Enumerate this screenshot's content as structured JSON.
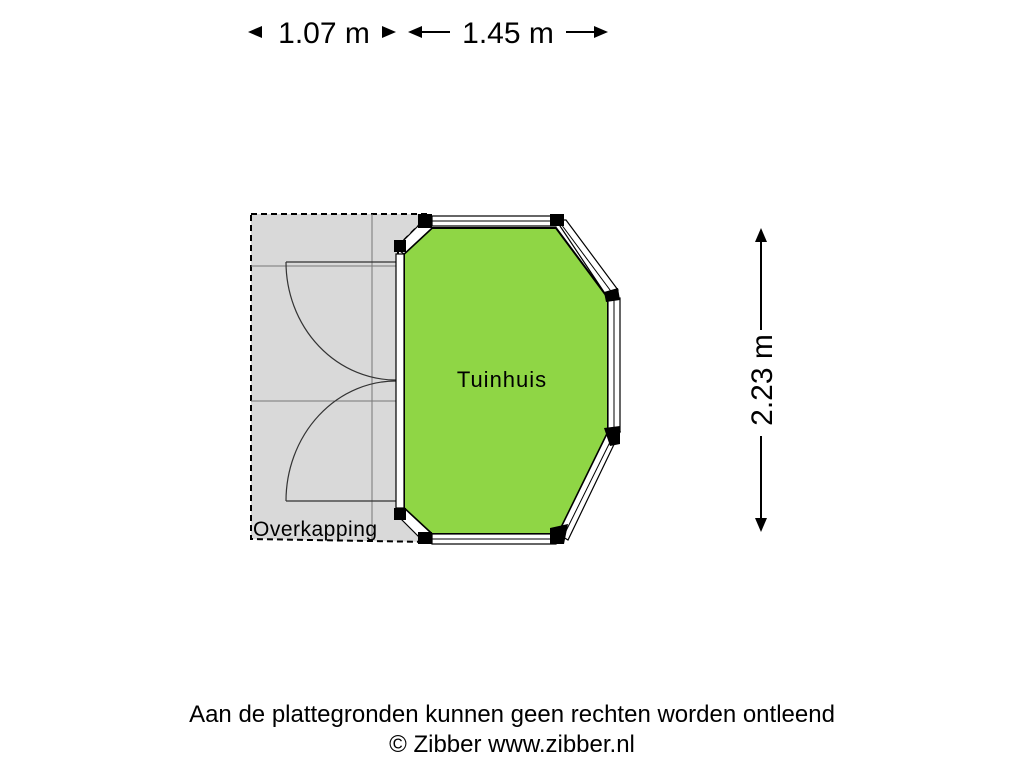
{
  "dimensions": {
    "width_left": "1.07 m",
    "width_right": "1.45 m",
    "height": "2.23 m"
  },
  "rooms": {
    "main": "Tuinhuis",
    "covered": "Overkapping"
  },
  "colors": {
    "room_fill": "#8fd645",
    "covered_fill": "#d9d9d9",
    "wall": "#000000"
  },
  "footer": {
    "disclaimer": "Aan de plattegronden kunnen geen rechten worden ontleend",
    "copyright": "© Zibber www.zibber.nl"
  }
}
